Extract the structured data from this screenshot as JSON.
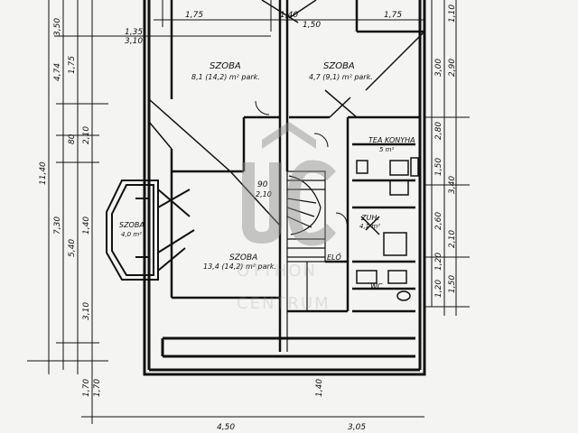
{
  "rooms": {
    "szoba_left": {
      "name": "SZOBA",
      "area": "8,1 (14,2) m² park."
    },
    "szoba_right": {
      "name": "SZOBA",
      "area": "4,7 (9,1) m² park."
    },
    "tea_konyha": {
      "name": "TEA KONYHA",
      "area": "5 m²"
    },
    "zuh": {
      "name": "ZUH.",
      "area": "4,1 m²"
    },
    "szoba_center": {
      "name": "SZOBA",
      "area": "13,4 (14,2) m² park."
    },
    "wc": {
      "name": "WC",
      "area": ""
    },
    "eloter": {
      "name": "ELŐ",
      "area": ""
    },
    "bay": {
      "name": "SZOBA",
      "area": "4,0 m²"
    }
  },
  "stair": {
    "label": "90",
    "sub": "2,10"
  },
  "dims_left": [
    "3,50",
    "4,74",
    "1,75",
    "80",
    "2,10",
    "5,40",
    "1,40",
    "7,30",
    "3,10",
    "1,70",
    "11,40"
  ],
  "dims_right": [
    "1,10",
    "3,00",
    "2,90",
    "2,80",
    "1,50",
    "3,40",
    "2,60",
    "2,10",
    "1,20",
    "1,20",
    "1,50"
  ],
  "dims_top": [
    "1,75",
    "1,35",
    "3,10",
    "1,40",
    "1,50",
    "1,75"
  ],
  "dims_bottom": [
    "4,50",
    "3,05",
    "1,70",
    "1,40"
  ],
  "watermark": {
    "line1": "OTTHON",
    "line2": "CENTRUM"
  }
}
